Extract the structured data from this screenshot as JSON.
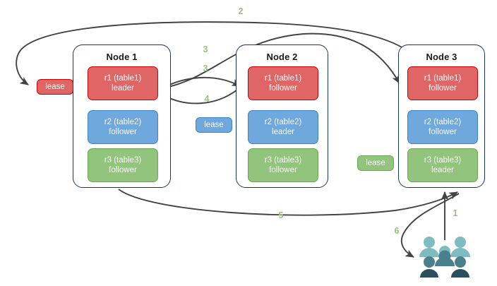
{
  "diagram": {
    "title": "Raft multi-node replica lease diagram",
    "background": "#ffffff",
    "colors": {
      "red_fill": "#e06666",
      "red_border": "#cc0000",
      "blue_fill": "#6fa8dc",
      "blue_border": "#3d85c6",
      "green_fill": "#93c47d",
      "green_border": "#6aa84f",
      "node_border": "#16365c",
      "arrow": "#434343",
      "step_label": "#93c47d",
      "users_light": "#7fbcbf",
      "users_mid": "#4a7f8c",
      "users_dark": "#2b4f5e"
    }
  },
  "nodes": [
    {
      "id": "node-1",
      "title": "Node 1",
      "replicas": [
        {
          "id": "r1",
          "line1": "r1 (table1)",
          "line2": "leader",
          "color": "red"
        },
        {
          "id": "r2",
          "line1": "r2 (table2)",
          "line2": "follower",
          "color": "blue"
        },
        {
          "id": "r3",
          "line1": "r3 (table3)",
          "line2": "follower",
          "color": "green"
        }
      ]
    },
    {
      "id": "node-2",
      "title": "Node 2",
      "replicas": [
        {
          "id": "r1",
          "line1": "r1 (table1)",
          "line2": "follower",
          "color": "red"
        },
        {
          "id": "r2",
          "line1": "r2 (table2)",
          "line2": "leader",
          "color": "blue"
        },
        {
          "id": "r3",
          "line1": "r3 (table3)",
          "line2": "follower",
          "color": "green"
        }
      ]
    },
    {
      "id": "node-3",
      "title": "Node 3",
      "replicas": [
        {
          "id": "r1",
          "line1": "r1 (table1)",
          "line2": "follower",
          "color": "red"
        },
        {
          "id": "r2",
          "line1": "r2 (table2)",
          "line2": "follower",
          "color": "blue"
        },
        {
          "id": "r3",
          "line1": "r3 (table3)",
          "line2": "leader",
          "color": "green"
        }
      ]
    }
  ],
  "leases": [
    {
      "id": "lease-table1",
      "label": "lease",
      "color": "red"
    },
    {
      "id": "lease-table2",
      "label": "lease",
      "color": "blue"
    },
    {
      "id": "lease-table3",
      "label": "lease",
      "color": "green"
    }
  ],
  "steps": [
    {
      "id": "step-1",
      "label": "1"
    },
    {
      "id": "step-2",
      "label": "2"
    },
    {
      "id": "step-3a",
      "label": "3"
    },
    {
      "id": "step-3b",
      "label": "3"
    },
    {
      "id": "step-4",
      "label": "4"
    },
    {
      "id": "step-5",
      "label": "5"
    },
    {
      "id": "step-6",
      "label": "6"
    }
  ],
  "actors": {
    "users_label": "users-group"
  }
}
